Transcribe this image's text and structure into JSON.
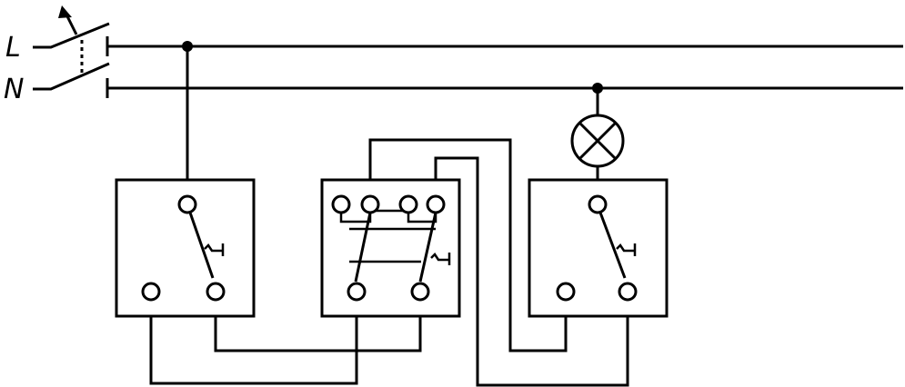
{
  "labels": {
    "line": "L",
    "neutral": "N"
  },
  "colors": {
    "stroke": "#000000",
    "background": "#ffffff"
  },
  "components": {
    "main_breaker": "double-pole-breaker",
    "lamp": "lamp-x-symbol",
    "switch_left": "two-way-switch",
    "switch_middle": "intermediate-switch",
    "switch_right": "two-way-switch"
  }
}
